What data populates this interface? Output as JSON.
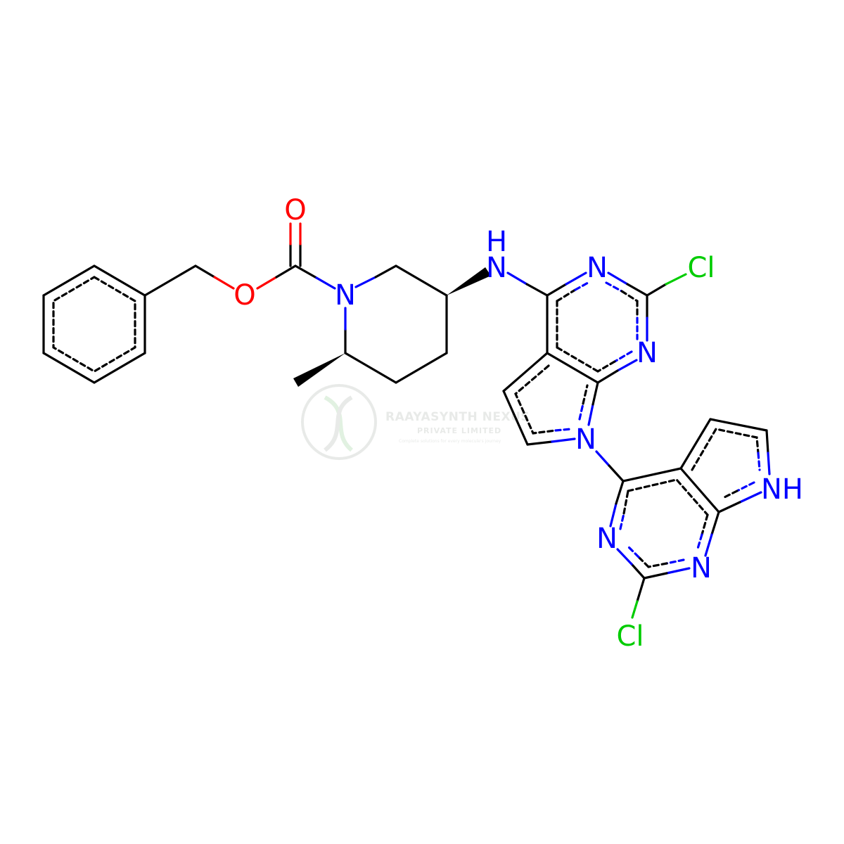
{
  "colors": {
    "carbon": "#000000",
    "nitrogen": "#0000ff",
    "oxygen": "#ff0000",
    "chlorine": "#00cc00",
    "watermark": "#d6d9d6"
  },
  "atoms": {
    "O_carbonyl": "O",
    "O_ester": "O",
    "N_piperidine": "N",
    "N_amine_H": "H",
    "N_amine": "N",
    "N_pyr_a": "N",
    "Cl_top": "Cl",
    "N_pyr_b": "N",
    "N_pyrrole": "N",
    "NH_lower": "NH",
    "N_low_a": "N",
    "N_low_b": "N",
    "Cl_bottom": "Cl"
  },
  "watermark": {
    "title": "RAAYASYNTH NEXUS",
    "subtitle": "PRIVATE LIMITED",
    "tagline": "Complete solutions for every molecule's journey"
  }
}
